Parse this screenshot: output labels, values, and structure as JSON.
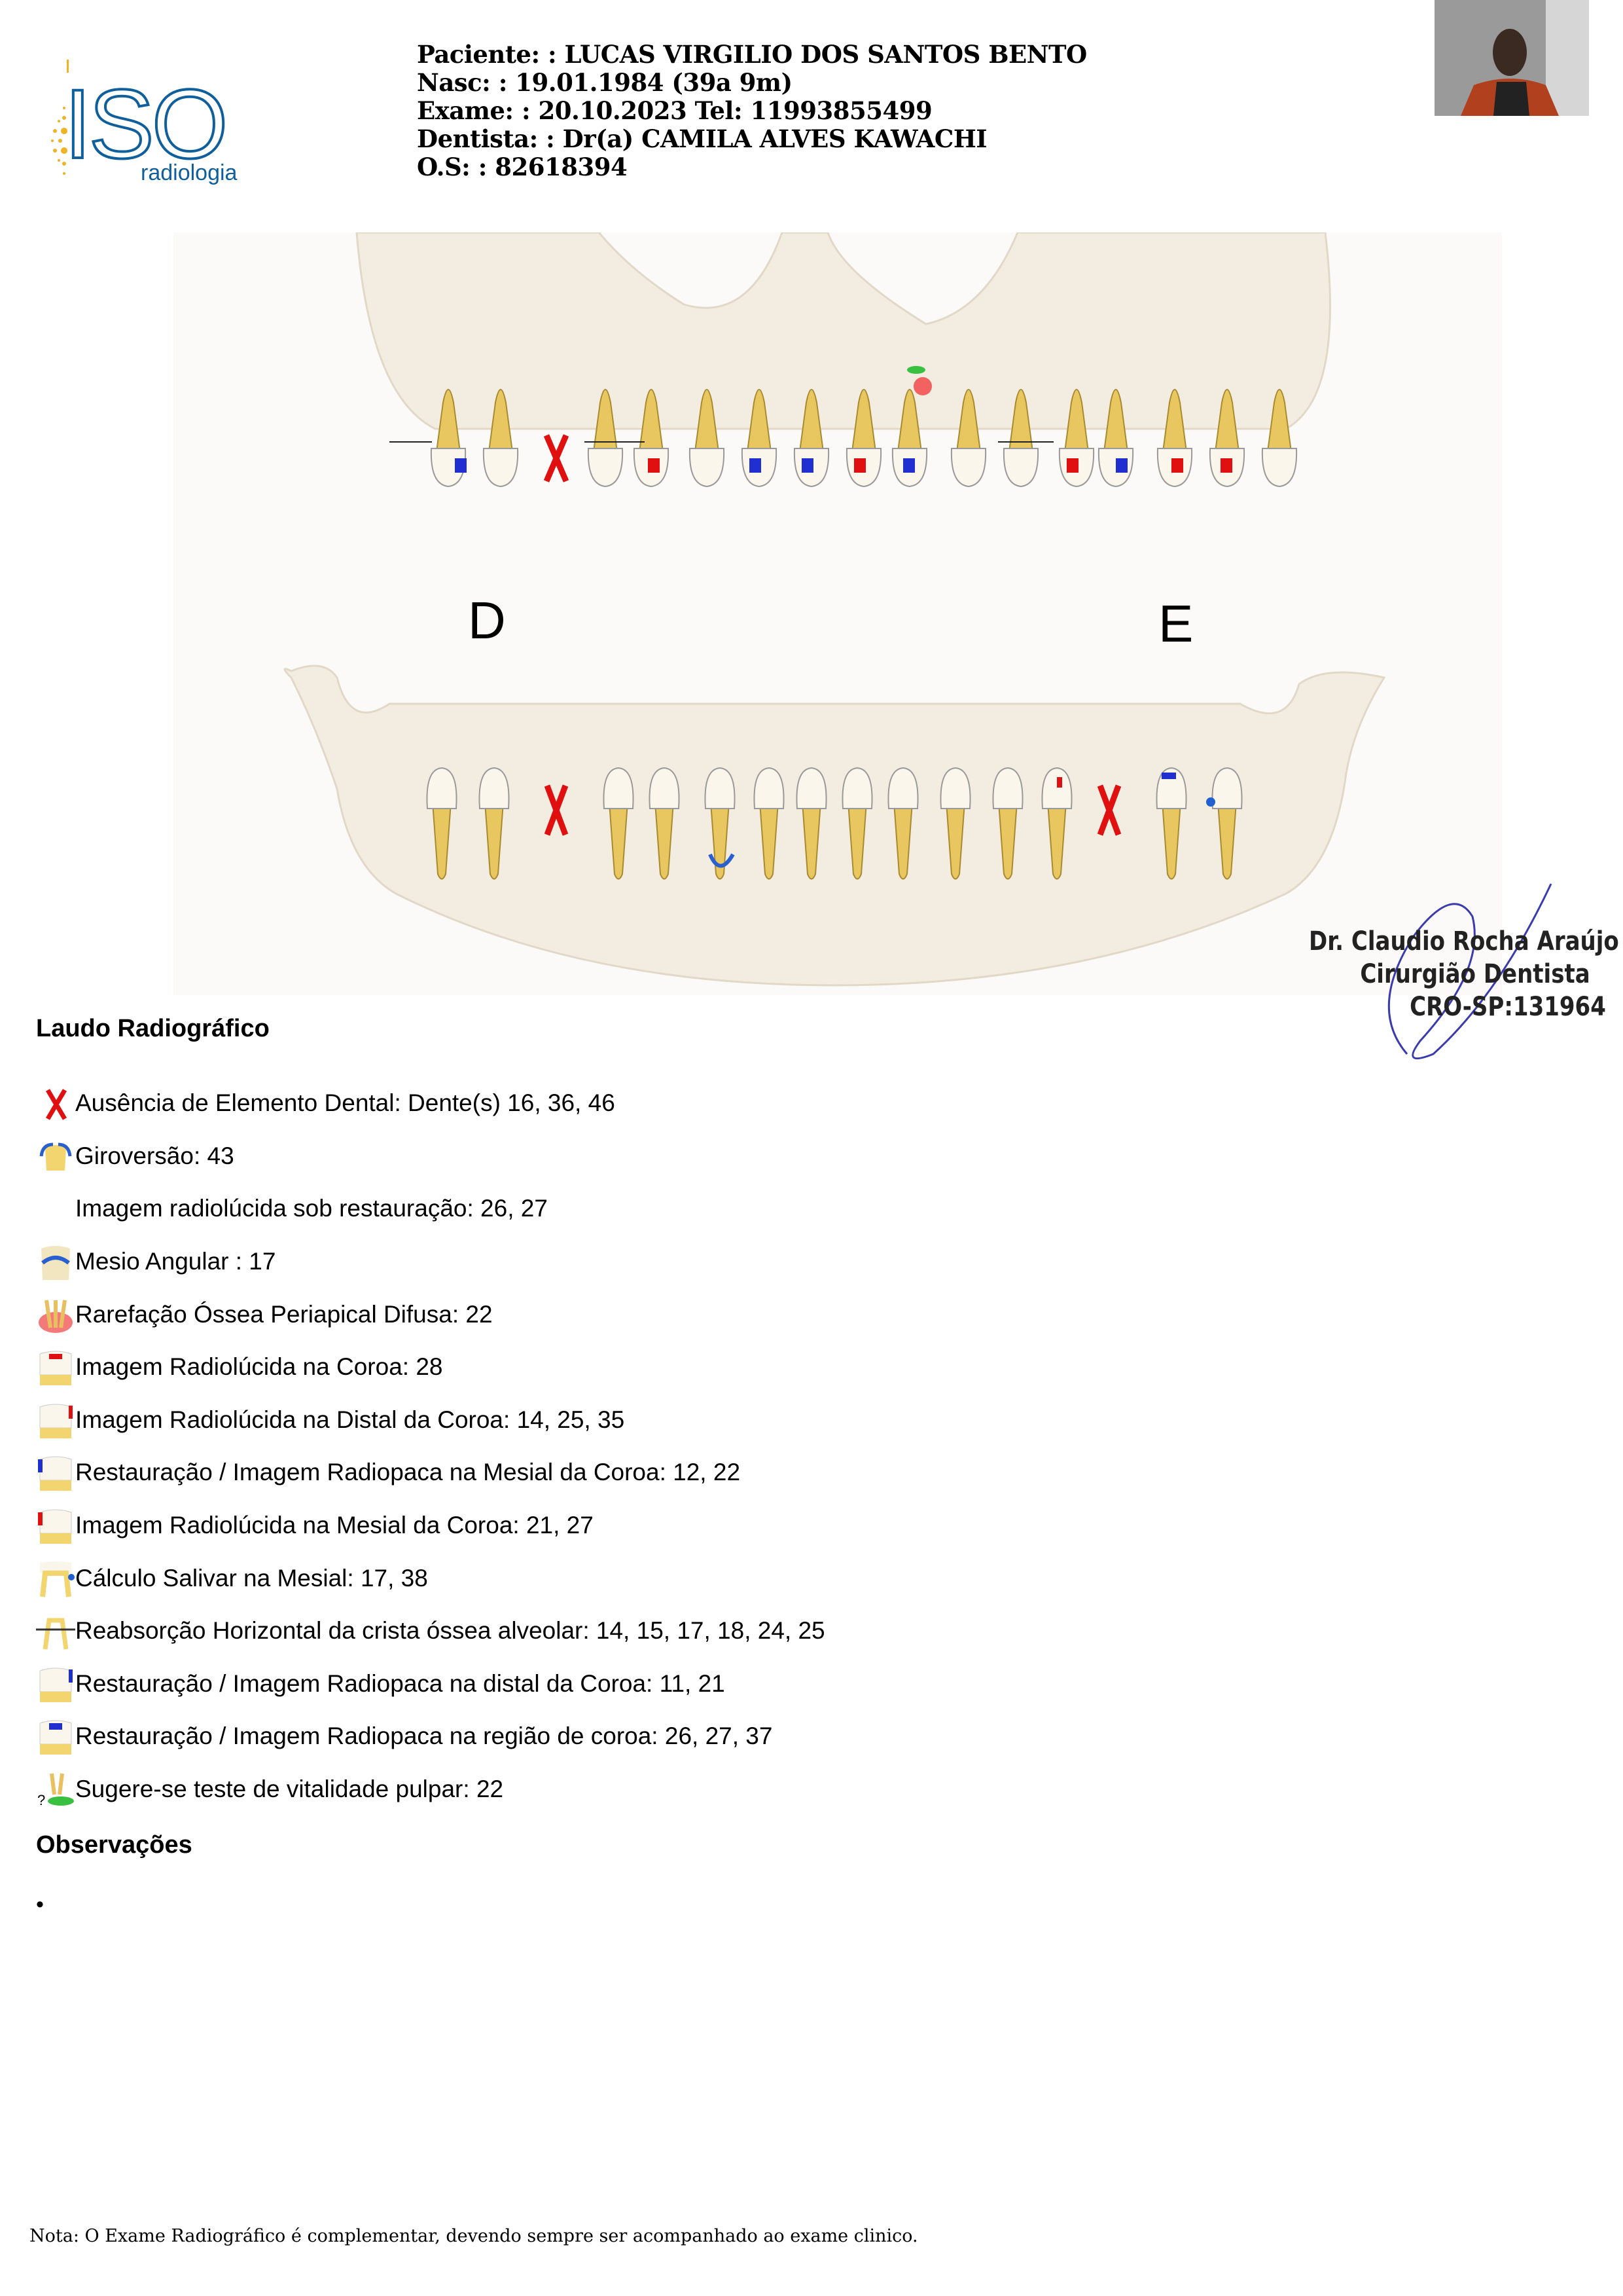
{
  "logo": {
    "brand": "ISO",
    "sub": "radiologia",
    "colors": {
      "blue": "#0f5f9c",
      "gold": "#f0b323"
    }
  },
  "header": {
    "patient": "Paciente: : LUCAS VIRGILIO DOS SANTOS BENTO",
    "birth": "Nasc: : 19.01.1984 (39a 9m)",
    "exam": "Exame: : 20.10.2023 Tel: 11993855499",
    "dentist": "Dentista: : Dr(a) CAMILA ALVES KAWACHI",
    "os": "O.S: : 82618394"
  },
  "diagram": {
    "right_label": "D",
    "left_label": "E"
  },
  "signature": {
    "name": "Dr. Claudio Rocha Araújo",
    "title": "Cirurgião Dentista",
    "cro": "CRO-SP:131964"
  },
  "laudo": {
    "title": "Laudo Radiográfico",
    "findings": [
      {
        "icon": "missing-tooth-x-icon",
        "text": "Ausência de Elemento Dental: Dente(s) 16, 36, 46"
      },
      {
        "icon": "rotation-icon",
        "text": "Giroversão: 43"
      },
      {
        "icon": "",
        "text": "Imagem radiolúcida sob restauração: 26, 27"
      },
      {
        "icon": "mesio-angular-icon",
        "text": "Mesio Angular : 17"
      },
      {
        "icon": "periapical-rarefaction-icon",
        "text": "Rarefação Óssea Periapical Difusa: 22"
      },
      {
        "icon": "crown-radiolucent-icon",
        "text": "Imagem Radiolúcida na Coroa: 28"
      },
      {
        "icon": "distal-radiolucent-icon",
        "text": "Imagem Radiolúcida na Distal da Coroa: 14, 25, 35"
      },
      {
        "icon": "mesial-restoration-icon",
        "text": "Restauração / Imagem Radiopaca na Mesial da Coroa: 12, 22"
      },
      {
        "icon": "mesial-radiolucent-icon",
        "text": "Imagem Radiolúcida na Mesial da Coroa: 21, 27"
      },
      {
        "icon": "calculus-icon",
        "text": "Cálculo Salivar na Mesial: 17, 38"
      },
      {
        "icon": "bone-resorption-icon",
        "text": "Reabsorção Horizontal da crista óssea alveolar: 14, 15, 17, 18, 24, 25"
      },
      {
        "icon": "distal-restoration-icon",
        "text": "Restauração / Imagem Radiopaca na distal da Coroa: 11, 21"
      },
      {
        "icon": "crown-restoration-icon",
        "text": "Restauração / Imagem Radiopaca na região de coroa: 26, 27, 37"
      },
      {
        "icon": "vitality-test-icon",
        "text": "Sugere-se teste de vitalidade pulpar: 22"
      }
    ]
  },
  "observations": {
    "title": "Observações",
    "bullet": "•"
  },
  "note": "Nota: O Exame Radiográfico é complementar, devendo sempre ser acompanhado ao exame clinico."
}
